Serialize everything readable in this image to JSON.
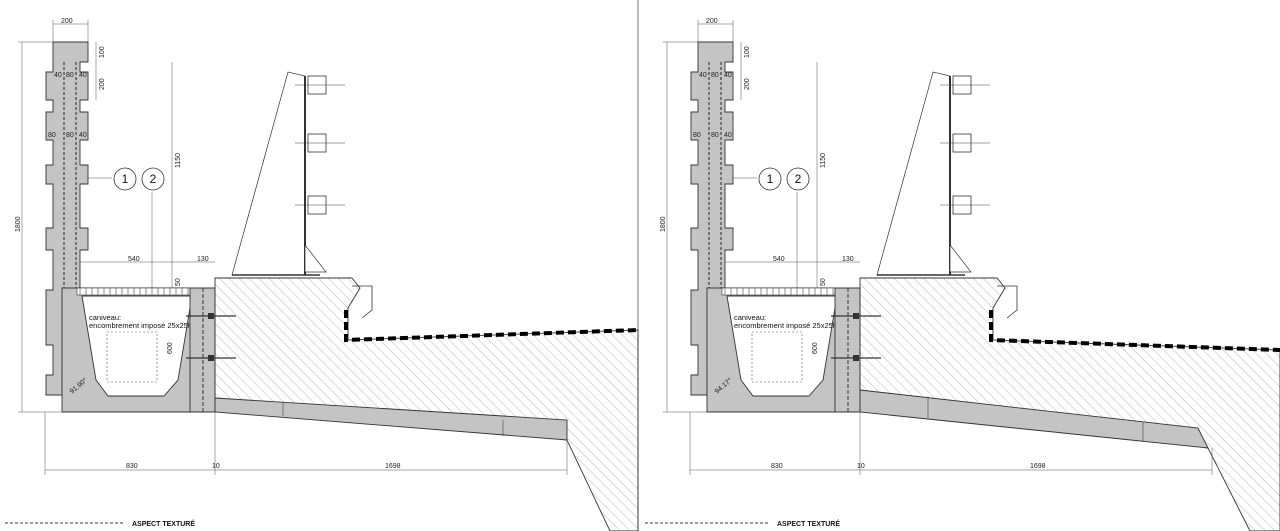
{
  "panels": [
    {
      "id": "left",
      "dims": {
        "top_width": "200",
        "height_total": "1800",
        "seg_100": "100",
        "seg_200": "200",
        "rail_a": [
          "40",
          "80",
          "40"
        ],
        "rail_b": [
          "80",
          "80",
          "40"
        ],
        "right_height": "1150",
        "w540": "540",
        "w130": "130",
        "d50": "50",
        "d600": "600",
        "bottom_830": "830",
        "bottom_10": "10",
        "bottom_1698": "1698",
        "angle": "91.90°"
      },
      "bubbles": [
        "1",
        "2"
      ],
      "note": [
        "caniveau:",
        "encombrement imposé 25x25h"
      ]
    },
    {
      "id": "right",
      "dims": {
        "top_width": "200",
        "height_total": "1800",
        "seg_100": "100",
        "seg_200": "200",
        "rail_a": [
          "40",
          "80",
          "40"
        ],
        "rail_b": [
          "80",
          "80",
          "40"
        ],
        "right_height": "1150",
        "w540": "540",
        "w130": "130",
        "d50": "50",
        "d600": "600",
        "bottom_830": "830",
        "bottom_10": "10",
        "bottom_1698": "1698",
        "angle": "94.17°"
      },
      "bubbles": [
        "1",
        "2"
      ],
      "note": [
        "caniveau:",
        "encombrement imposé 25x25h"
      ]
    }
  ],
  "legend": [
    {
      "label": "ASPECT TEXTURÉ"
    },
    {
      "label": "ASPECT TEXTURÉ"
    }
  ],
  "colors": {
    "concrete_fill": "#c4c4c4",
    "hatch": "#8a8a8a",
    "line": "#333333",
    "membrane": "#000000"
  }
}
